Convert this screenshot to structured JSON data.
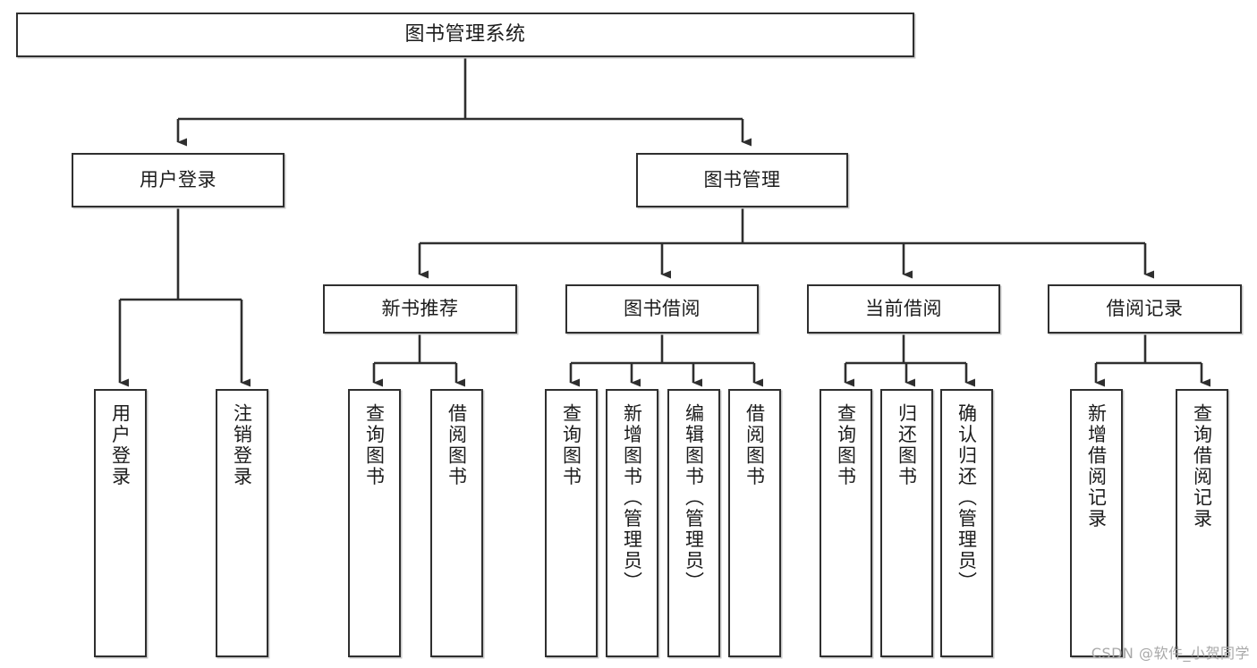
{
  "diagram": {
    "title": "图书管理系统",
    "type": "tree-hierarchy-chart",
    "colors": {
      "node_border": "#2f2f2f",
      "node_fill": "#ffffff",
      "edge": "#2f2f2f",
      "watermark": "#a8a8a8",
      "background": "#ffffff"
    },
    "levels": {
      "root": {
        "label": "图书管理系统"
      },
      "level1": [
        {
          "id": "user-login",
          "label": "用户登录"
        },
        {
          "id": "book-management",
          "label": "图书管理"
        }
      ],
      "level2": [
        {
          "id": "new-book-recommend",
          "label": "新书推荐",
          "parent": "book-management"
        },
        {
          "id": "book-borrow",
          "label": "图书借阅",
          "parent": "book-management"
        },
        {
          "id": "current-borrow",
          "label": "当前借阅",
          "parent": "book-management"
        },
        {
          "id": "borrow-record",
          "label": "借阅记录",
          "parent": "book-management"
        }
      ],
      "leaves": {
        "user-login": [
          {
            "id": "leaf-user-login",
            "label": "用户登录"
          },
          {
            "id": "leaf-logout-login",
            "label": "注销登录"
          }
        ],
        "new-book-recommend": [
          {
            "id": "leaf-query-book-1",
            "label": "查询图书"
          },
          {
            "id": "leaf-borrow-book-1",
            "label": "借阅图书"
          }
        ],
        "book-borrow": [
          {
            "id": "leaf-query-book-2",
            "label": "查询图书"
          },
          {
            "id": "leaf-add-book",
            "label": "新增图书（管理员）"
          },
          {
            "id": "leaf-edit-book",
            "label": "编辑图书（管理员）"
          },
          {
            "id": "leaf-borrow-book-2",
            "label": "借阅图书"
          }
        ],
        "current-borrow": [
          {
            "id": "leaf-query-book-3",
            "label": "查询图书"
          },
          {
            "id": "leaf-return-book",
            "label": "归还图书"
          },
          {
            "id": "leaf-confirm-return",
            "label": "确认归还（管理员）"
          }
        ],
        "borrow-record": [
          {
            "id": "leaf-add-record",
            "label": "新增借阅记录"
          },
          {
            "id": "leaf-query-record",
            "label": "查询借阅记录"
          }
        ]
      }
    }
  },
  "watermark": {
    "text": "CSDN @软件_小贺同学"
  }
}
